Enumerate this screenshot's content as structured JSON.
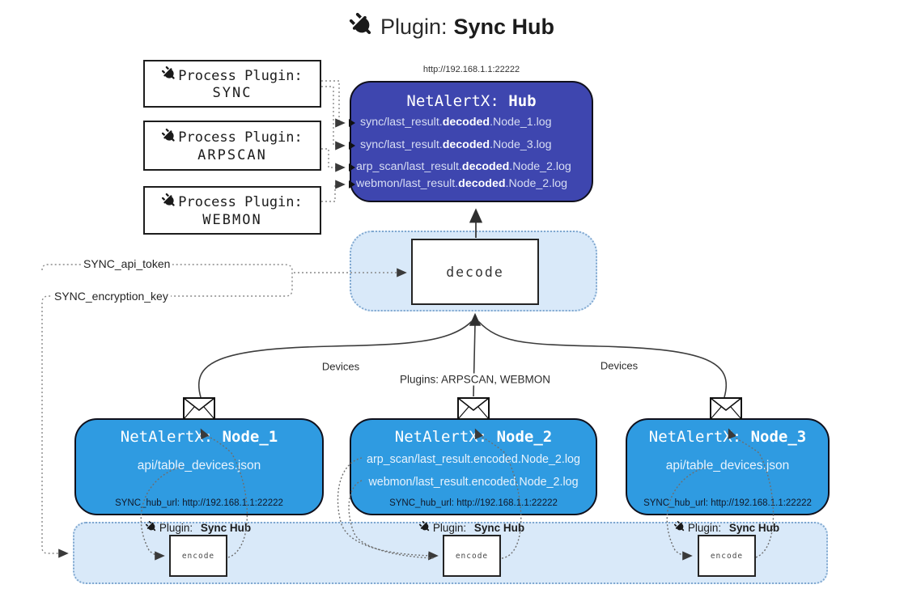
{
  "title": {
    "prefix": "Plugin:",
    "name": "Sync Hub"
  },
  "process_plugins": [
    {
      "label": "Process Plugin:",
      "name": "SYNC"
    },
    {
      "label": "Process Plugin:",
      "name": "ARPSCAN"
    },
    {
      "label": "Process Plugin:",
      "name": "WEBMON"
    }
  ],
  "hub": {
    "url": "http://192.168.1.1:22222",
    "title_prefix": "NetAlertX:",
    "title_name": "Hub",
    "logs": [
      {
        "pre": "sync/last_result.",
        "bold": "decoded",
        "post": ".Node_1.log"
      },
      {
        "pre": "sync/last_result.",
        "bold": "decoded",
        "post": ".Node_3.log"
      },
      {
        "pre": "arp_scan/last_result.",
        "bold": "decoded",
        "post": ".Node_2.log"
      },
      {
        "pre": "webmon/last_result.",
        "bold": "decoded",
        "post": ".Node_2.log"
      }
    ]
  },
  "decode_box": {
    "label": "decode"
  },
  "settings": {
    "api_token": "SYNC_api_token",
    "encryption_key": "SYNC_encryption_key"
  },
  "edge_labels": {
    "left": "Devices",
    "center": "Plugins: ARPSCAN, WEBMON",
    "right": "Devices"
  },
  "nodes": [
    {
      "title_prefix": "NetAlertX:",
      "title_name": "Node_1",
      "files": [
        "api/table_devices.json"
      ],
      "hub_url": "SYNC_hub_url: http://192.168.1.1:22222"
    },
    {
      "title_prefix": "NetAlertX:",
      "title_name": "Node_2",
      "files": [
        "arp_scan/last_result.encoded.Node_2.log",
        "webmon/last_result.encoded.Node_2.log"
      ],
      "hub_url": "SYNC_hub_url: http://192.168.1.1:22222"
    },
    {
      "title_prefix": "NetAlertX:",
      "title_name": "Node_3",
      "files": [
        "api/table_devices.json"
      ],
      "hub_url": "SYNC_hub_url: http://192.168.1.1:22222"
    }
  ],
  "encode_band": {
    "plugin_prefix": "Plugin:",
    "plugin_name": "Sync Hub",
    "encode_label": "encode"
  },
  "colors": {
    "hub_bg": "#3E46AF",
    "node_bg": "#2F9BE1",
    "band_bg": "#D9E9F9",
    "band_border": "#80A8D0",
    "log_text": "#D7DDF3",
    "log_bold": "#FFFFFF"
  }
}
